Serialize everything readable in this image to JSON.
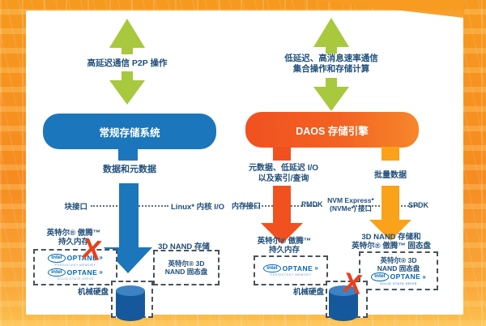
{
  "colors": {
    "background_orange": "#f7941e",
    "panel_white": "#ffffff",
    "arrow_green": "#a8c83d",
    "blue": "#1b76bc",
    "navy_text": "#1f4e7a",
    "daos_orange": "#f26322",
    "red_orange": "#f1511f",
    "yellow_orange": "#f9a21a",
    "red_x": "#e8401c",
    "intel_blue": "#0068b5",
    "cylinder_blue": "#15599c",
    "cylinder_top_blue": "#3d83c4"
  },
  "left_system": {
    "comm_label": "高延迟通信 P2P 操作",
    "box_title": "常规存储系统",
    "flow_label": "数据和元数据",
    "block_iface_label": "块接口",
    "block_iface_value": "Linux* 内核 I/O",
    "pmem_label_line1": "英特尔® 傲腾™",
    "pmem_label_line2": "持久内存",
    "x_mark": "X",
    "nand_label": "3D NAND 存储",
    "nand_box_line1": "英特尔® 3D",
    "nand_box_line2": "NAND 固态盘",
    "hdd_label": "机械硬盘"
  },
  "right_system": {
    "comm_label_line1": "低延迟、高消息速率通信",
    "comm_label_line2": "集合操作和存储计算",
    "box_title": "DAOS 存储引擎",
    "meta_flow_line1": "元数据、低延迟 I/O",
    "meta_flow_line2": "以及索引/查询",
    "bulk_flow_label": "批量数据",
    "mem_iface_label": "内存接口",
    "mem_iface_value": "PMDK",
    "nvme_iface_line1": "NVM Express*",
    "nvme_iface_line2": "(NVMe*) 接口",
    "nvme_iface_value": "SPDK",
    "pmem_label_line1": "英特尔® 傲腾™",
    "pmem_label_line2": "持久内存",
    "nand_label_line1": "3D NAND 存储和",
    "nand_label_line2": "英特尔® 傲腾™ 固态盘",
    "nand_box_line1": "英特尔® 3D",
    "nand_box_line2": "NAND 固态盘",
    "hdd_label": "机械硬盘",
    "x_mark": "X"
  },
  "logos": {
    "intel_wordmark": "intel",
    "optane_wordmark": "OPTANE",
    "optane_chevrons": "»",
    "persistent_memory_caption": "PERSISTENT MEMORY",
    "solid_state_drive_caption": "SOLID STATE DRIVE"
  }
}
